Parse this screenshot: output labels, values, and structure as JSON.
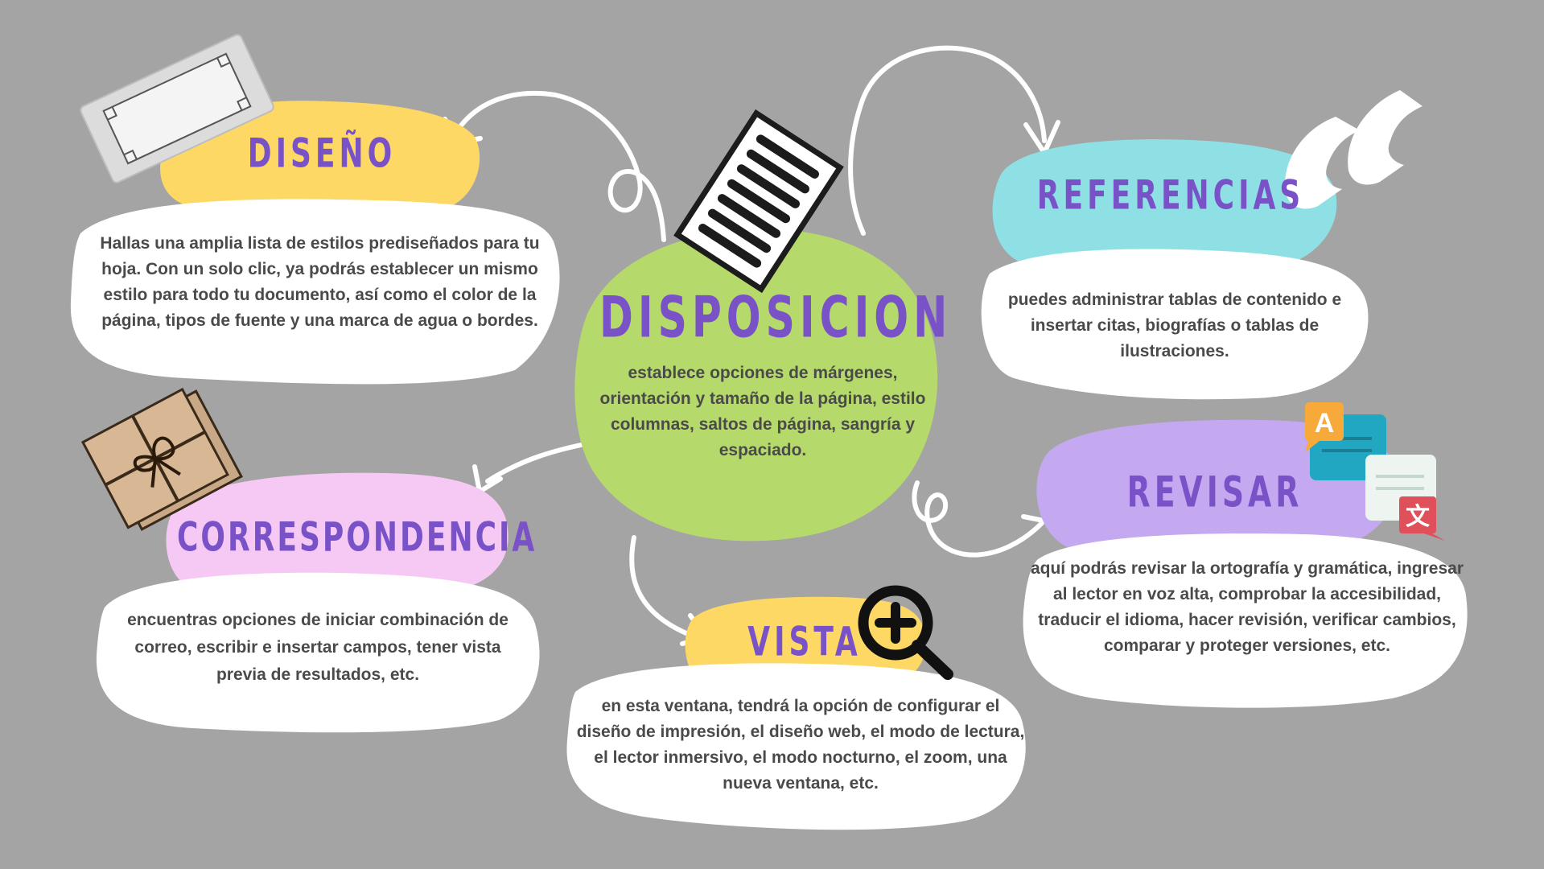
{
  "center": {
    "title": "DISPOSICION",
    "description": "establece opciones de márgenes, orientación y tamaño de la página, estilo columnas, saltos de página, sangría y espaciado."
  },
  "diseno": {
    "title": "DISEÑO",
    "description": "Hallas una amplia lista de estilos prediseñados para tu hoja. Con un solo clic, ya podrás establecer un mismo estilo para todo tu documento, así como el color de la página, tipos de fuente y una marca de agua o bordes."
  },
  "referencias": {
    "title": "REFERENCIAS",
    "description": "puedes administrar tablas de contenido e insertar citas, biografías o tablas de ilustraciones."
  },
  "correspondencia": {
    "title": "CORRESPONDENCIA",
    "description": "encuentras opciones de iniciar combinación de correo, escribir e insertar campos, tener vista previa de resultados, etc."
  },
  "vista": {
    "title": "VISTA",
    "description": "en esta ventana, tendrá la opción de configurar el diseño de impresión, el diseño web, el modo de lectura, el lector inmersivo, el modo nocturno, el zoom, una nueva ventana, etc."
  },
  "revisar": {
    "title": "REVISAR",
    "description": "aquí podrás revisar la ortografía y gramática, ingresar al lector en voz alta, comprobar la accesibilidad, traducir el idioma, hacer revisión, verificar cambios, comparar y proteger versiones, etc.",
    "icon_letter_a": "A",
    "icon_letter_wen": "文"
  },
  "colors": {
    "background": "#a4a4a4",
    "title_text": "#7a52c7",
    "body_text": "#4a4a4a",
    "yellow_blob": "#fdd865",
    "cyan_blob": "#8fe0e4",
    "pink_blob": "#f5c9f3",
    "lavender_blob": "#c4a8f0",
    "green_blob": "#b6d96c",
    "white_blob": "#ffffff"
  },
  "icons": [
    "document-frame-icon",
    "text-document-icon",
    "quote-marks-icon",
    "parcel-icon",
    "zoom-in-icon",
    "translate-icon"
  ]
}
